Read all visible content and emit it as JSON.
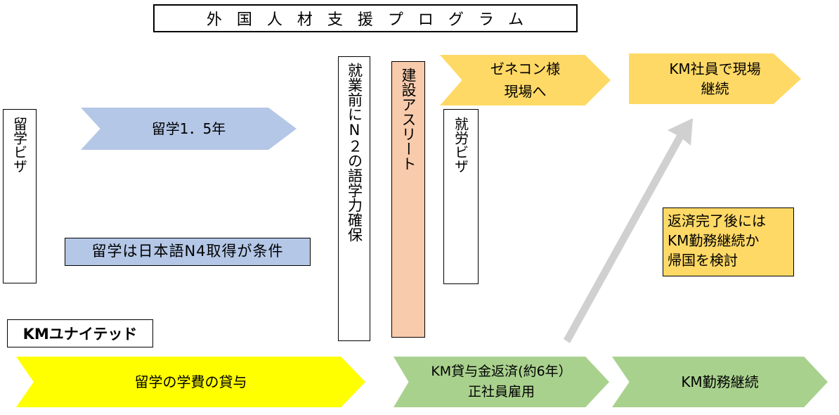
{
  "title": "外国人材支援プログラム",
  "left_vertical": "留学ビザ",
  "blue_arrow": "留学1．5年",
  "n4_condition": "留学は日本語N4取得が条件",
  "company_label": "KMユナイテッド",
  "pre_employment": "就業前にN２の語学力確保",
  "construction_athlete": "建設アスリート",
  "work_visa": "就労ビザ",
  "general_contractor_arrow": "ゼネコン様\n現場へ",
  "km_employee_arrow": "KM社員で現場\n継続",
  "after_repayment_note": "返済完了後には\nKM勤務継続か\n帰国を検討",
  "yellow_arrow": "留学の学費の貸与",
  "loan_repayment_arrow": "KM貸与金返済(約6年）\n正社員雇用",
  "km_continue_arrow": "KM勤務継続",
  "colors": {
    "blue": "#b4c7e7",
    "yellow": "#ffff00",
    "gold": "#ffd966",
    "green": "#a9d18e",
    "salmon": "#f8cbad",
    "gray_arrow": "#d0d0d0"
  }
}
